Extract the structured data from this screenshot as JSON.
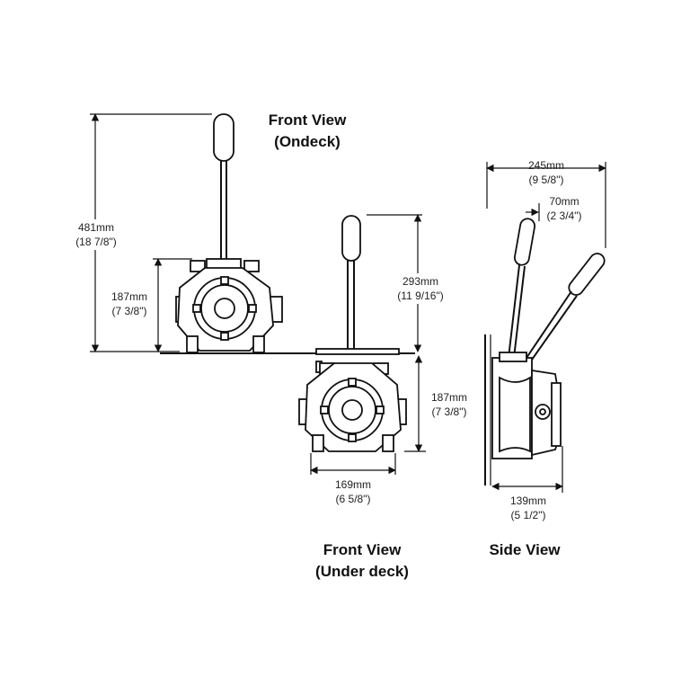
{
  "views": {
    "ondeck": {
      "title_line1": "Front View",
      "title_line2": "(Ondeck)"
    },
    "underdeck": {
      "title_line1": "Front View",
      "title_line2": "(Under deck)"
    },
    "side": {
      "title": "Side View"
    }
  },
  "dimensions": {
    "ondeck_height": {
      "mm": "481mm",
      "inch": "(18 7/8\")"
    },
    "ondeck_body": {
      "mm": "187mm",
      "inch": "(7 3/8\")"
    },
    "underdeck_handle": {
      "mm": "293mm",
      "inch": "(11 9/16\")"
    },
    "underdeck_body": {
      "mm": "187mm",
      "inch": "(7 3/8\")"
    },
    "underdeck_width": {
      "mm": "169mm",
      "inch": "(6 5/8\")"
    },
    "side_total": {
      "mm": "245mm",
      "inch": "(9 5/8\")"
    },
    "side_offset": {
      "mm": "70mm",
      "inch": "(2 3/4\")"
    },
    "side_base": {
      "mm": "139mm",
      "inch": "(5 1/2\")"
    }
  }
}
